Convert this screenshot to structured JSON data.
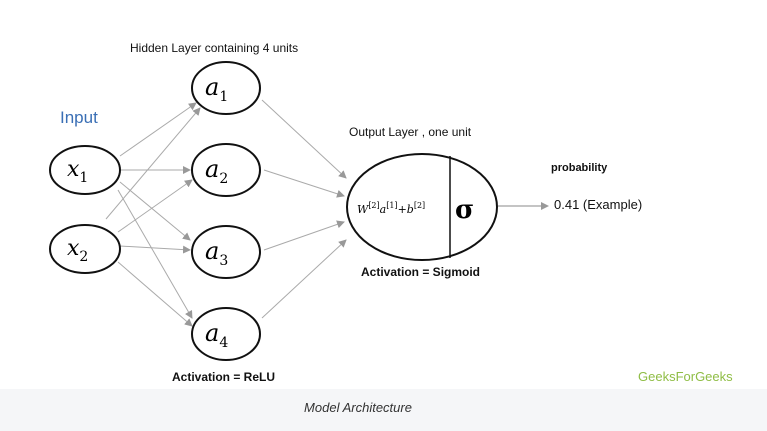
{
  "hidden_layer": {
    "title": "Hidden Layer containing 4 units",
    "units": [
      {
        "base": "a",
        "sub": "1"
      },
      {
        "base": "a",
        "sub": "2"
      },
      {
        "base": "a",
        "sub": "3"
      },
      {
        "base": "a",
        "sub": "4"
      }
    ],
    "activation": "Activation = ReLU"
  },
  "input_layer": {
    "label": "Input",
    "units": [
      {
        "base": "x",
        "sub": "1"
      },
      {
        "base": "x",
        "sub": "2"
      }
    ]
  },
  "output_layer": {
    "title": "Output Layer , one unit",
    "formula": {
      "w": "W",
      "w_sup": "[2]",
      "a": "a",
      "a_sup": "[1]",
      "plus": "+",
      "b": "b",
      "b_sup": "[2]"
    },
    "sigma": "σ",
    "activation": "Activation = Sigmoid"
  },
  "result": {
    "title": "probability",
    "value": "0.41   (Example)"
  },
  "watermark": "GeeksForGeeks",
  "caption": "Model Architecture",
  "colors": {
    "input_label": "#3a6fb5",
    "watermark": "#8fbd45",
    "arrows": "#aaaaaa",
    "node_stroke": "#111111"
  }
}
